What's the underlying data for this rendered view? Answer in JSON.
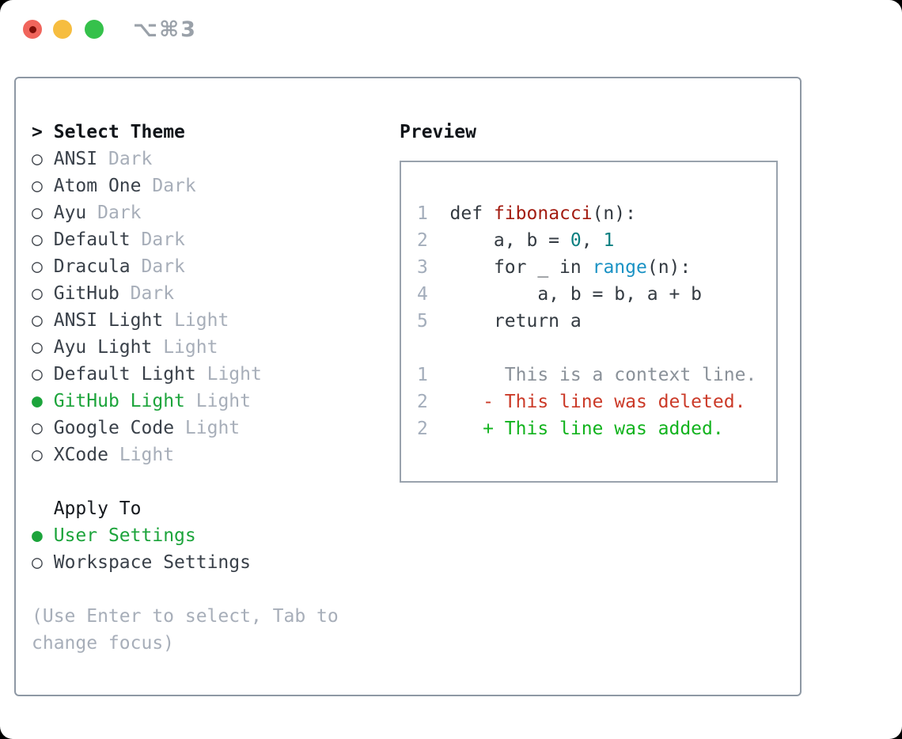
{
  "window": {
    "title_shortcut": "⌥⌘3",
    "traffic_lights": [
      {
        "name": "close",
        "color": "#f0655c"
      },
      {
        "name": "minimize",
        "color": "#f6bd40"
      },
      {
        "name": "zoom",
        "color": "#35c14b"
      }
    ]
  },
  "theme_selector": {
    "header_marker": ">",
    "header": "Select Theme",
    "themes": [
      {
        "name": "ANSI",
        "variant": "Dark",
        "selected": false
      },
      {
        "name": "Atom One",
        "variant": "Dark",
        "selected": false
      },
      {
        "name": "Ayu",
        "variant": "Dark",
        "selected": false
      },
      {
        "name": "Default",
        "variant": "Dark",
        "selected": false
      },
      {
        "name": "Dracula",
        "variant": "Dark",
        "selected": false
      },
      {
        "name": "GitHub",
        "variant": "Dark",
        "selected": false
      },
      {
        "name": "ANSI Light",
        "variant": "Light",
        "selected": false
      },
      {
        "name": "Ayu Light",
        "variant": "Light",
        "selected": false
      },
      {
        "name": "Default Light",
        "variant": "Light",
        "selected": false
      },
      {
        "name": "GitHub Light",
        "variant": "Light",
        "selected": true
      },
      {
        "name": "Google Code",
        "variant": "Light",
        "selected": false
      },
      {
        "name": "XCode",
        "variant": "Light",
        "selected": false
      }
    ],
    "apply_to": {
      "header": "Apply To",
      "options": [
        {
          "name": "User Settings",
          "selected": true
        },
        {
          "name": "Workspace Settings",
          "selected": false
        }
      ]
    },
    "hint_lines": [
      "(Use Enter to select, Tab to",
      "change focus)"
    ],
    "hint_full": "(Use Enter to select, Tab to change focus)"
  },
  "preview": {
    "header": "Preview",
    "code_lines": [
      {
        "num": "1",
        "tokens": [
          {
            "t": "def",
            "c": "kw"
          },
          {
            "t": " ",
            "c": "pl"
          },
          {
            "t": "fibonacci",
            "c": "fn"
          },
          {
            "t": "(n):",
            "c": "pl"
          }
        ]
      },
      {
        "num": "2",
        "tokens": [
          {
            "t": "    a, b = ",
            "c": "pl"
          },
          {
            "t": "0",
            "c": "num"
          },
          {
            "t": ", ",
            "c": "pl"
          },
          {
            "t": "1",
            "c": "num"
          }
        ]
      },
      {
        "num": "3",
        "tokens": [
          {
            "t": "    ",
            "c": "pl"
          },
          {
            "t": "for",
            "c": "kw"
          },
          {
            "t": " _ ",
            "c": "pl"
          },
          {
            "t": "in",
            "c": "kw"
          },
          {
            "t": " ",
            "c": "pl"
          },
          {
            "t": "range",
            "c": "bi"
          },
          {
            "t": "(n):",
            "c": "pl"
          }
        ]
      },
      {
        "num": "4",
        "tokens": [
          {
            "t": "        a, b = b, a + b",
            "c": "pl"
          }
        ]
      },
      {
        "num": "5",
        "tokens": [
          {
            "t": "    ",
            "c": "pl"
          },
          {
            "t": "return",
            "c": "kw"
          },
          {
            "t": " a",
            "c": "pl"
          }
        ]
      }
    ],
    "diff_lines": [
      {
        "num": "1",
        "type": "context",
        "text": "     This is a context line."
      },
      {
        "num": "2",
        "type": "deleted",
        "text": "   - This line was deleted."
      },
      {
        "num": "2",
        "type": "added",
        "text": "   + This line was added."
      }
    ]
  },
  "markers": {
    "selected": "●",
    "unselected": "○"
  },
  "colors": {
    "selected_green": "#1ca43b",
    "added_green": "#12b31e",
    "deleted_red": "#cb3a28",
    "context_gray": "#8a9199",
    "function_red": "#a31d12",
    "number_teal": "#0b7f80",
    "builtin_blue": "#1a92c4",
    "muted_gray": "#a7aeb9",
    "line_number_gray": "#a3adbb",
    "panel_border": "#8e98a4",
    "preview_border": "#99a2ad",
    "traffic_red": "#f0655c",
    "traffic_yellow": "#f6bd40",
    "traffic_green": "#35c14b"
  }
}
